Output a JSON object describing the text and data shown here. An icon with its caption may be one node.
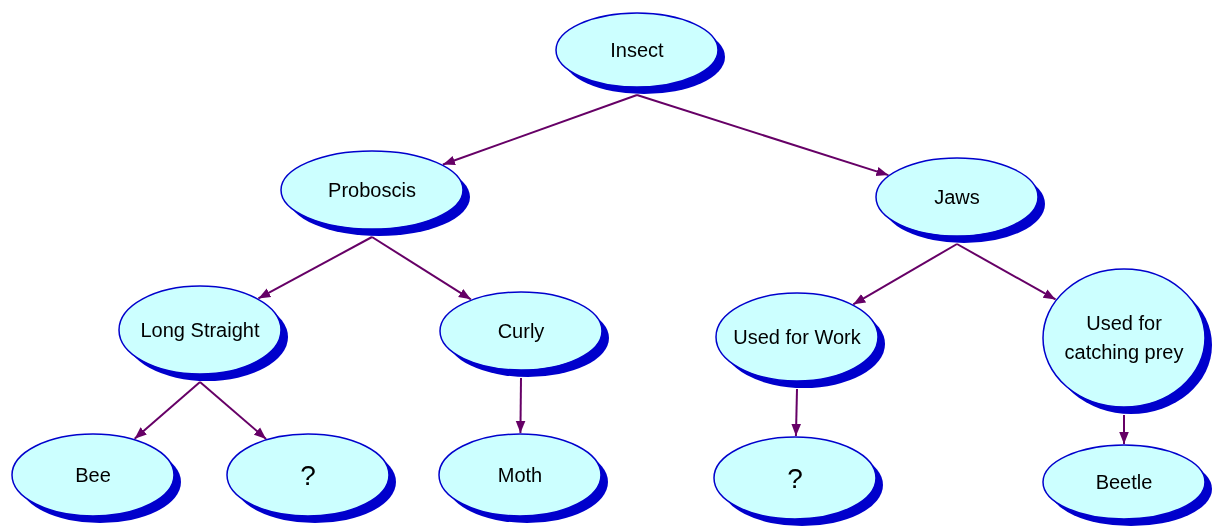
{
  "diagram": {
    "nodes": [
      {
        "text": [
          "Insect"
        ]
      },
      {
        "text": [
          "Proboscis"
        ]
      },
      {
        "text": [
          "Jaws"
        ]
      },
      {
        "text": [
          "Long Straight"
        ]
      },
      {
        "text": [
          "Curly"
        ]
      },
      {
        "text": [
          "Used for Work"
        ]
      },
      {
        "text": [
          "Used for catching prey"
        ]
      },
      {
        "text": [
          "Bee"
        ]
      },
      {
        "text": [
          "?"
        ]
      },
      {
        "text": [
          "Moth"
        ]
      },
      {
        "text": [
          "?"
        ]
      },
      {
        "text": [
          "Beetle"
        ]
      }
    ],
    "edges": [
      {
        "from": 0,
        "to": 1,
        "arrow": "to"
      },
      {
        "from": 0,
        "to": 2,
        "arrow": "to"
      },
      {
        "from": 1,
        "to": 3,
        "arrow": "to"
      },
      {
        "from": 1,
        "to": 4,
        "arrow": "to"
      },
      {
        "from": 2,
        "to": 5,
        "arrow": "to"
      },
      {
        "from": 2,
        "to": 6,
        "arrow": "to"
      },
      {
        "from": 3,
        "to": 7,
        "arrow": "to"
      },
      {
        "from": 3,
        "to": 8,
        "arrow": "to"
      },
      {
        "from": 4,
        "to": 9,
        "arrow": "to"
      },
      {
        "from": 5,
        "to": 10,
        "arrow": "to"
      },
      {
        "from": 6,
        "to": 11,
        "arrow": "to"
      }
    ]
  }
}
